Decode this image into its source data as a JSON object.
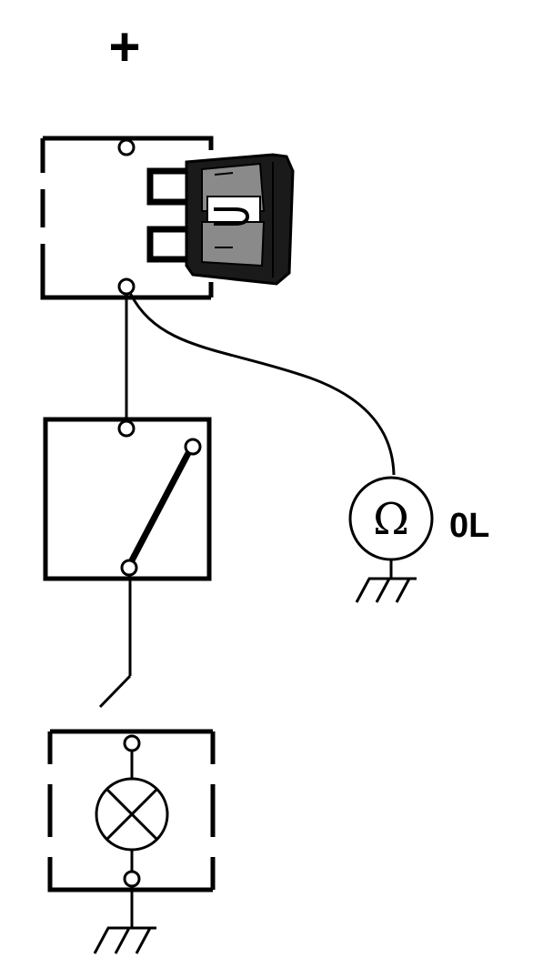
{
  "supply": {
    "polarity": "+"
  },
  "meter": {
    "symbol": "Ω",
    "reading": "0L"
  },
  "colors": {
    "ink": "#000000",
    "paper": "#ffffff",
    "fuse_body": "#1a1a1a"
  },
  "components": [
    "fuse-box",
    "blade-fuse",
    "switch",
    "ohmmeter",
    "lamp",
    "ground"
  ]
}
